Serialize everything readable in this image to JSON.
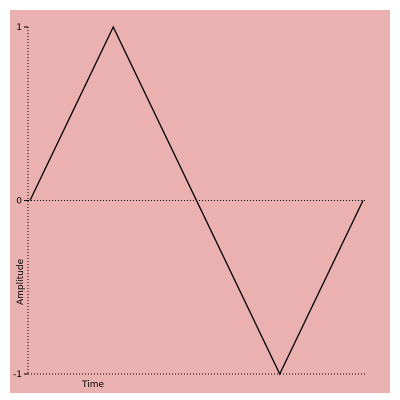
{
  "chart_data": {
    "type": "line",
    "xlabel": "Time",
    "ylabel": "Amplitude",
    "ylim": [
      -1,
      1
    ],
    "yticks": [
      {
        "value": 1,
        "label": "1"
      },
      {
        "value": 0,
        "label": "0"
      },
      {
        "value": -1,
        "label": "-1"
      }
    ],
    "x": [
      0,
      0.25,
      0.75,
      1
    ],
    "series": [
      {
        "values": [
          0,
          1,
          -1,
          0
        ],
        "color": "#000000"
      }
    ],
    "reference_line": {
      "y": 0,
      "style": "dotted"
    },
    "grid": false,
    "background_color": "#ebb0b0"
  }
}
